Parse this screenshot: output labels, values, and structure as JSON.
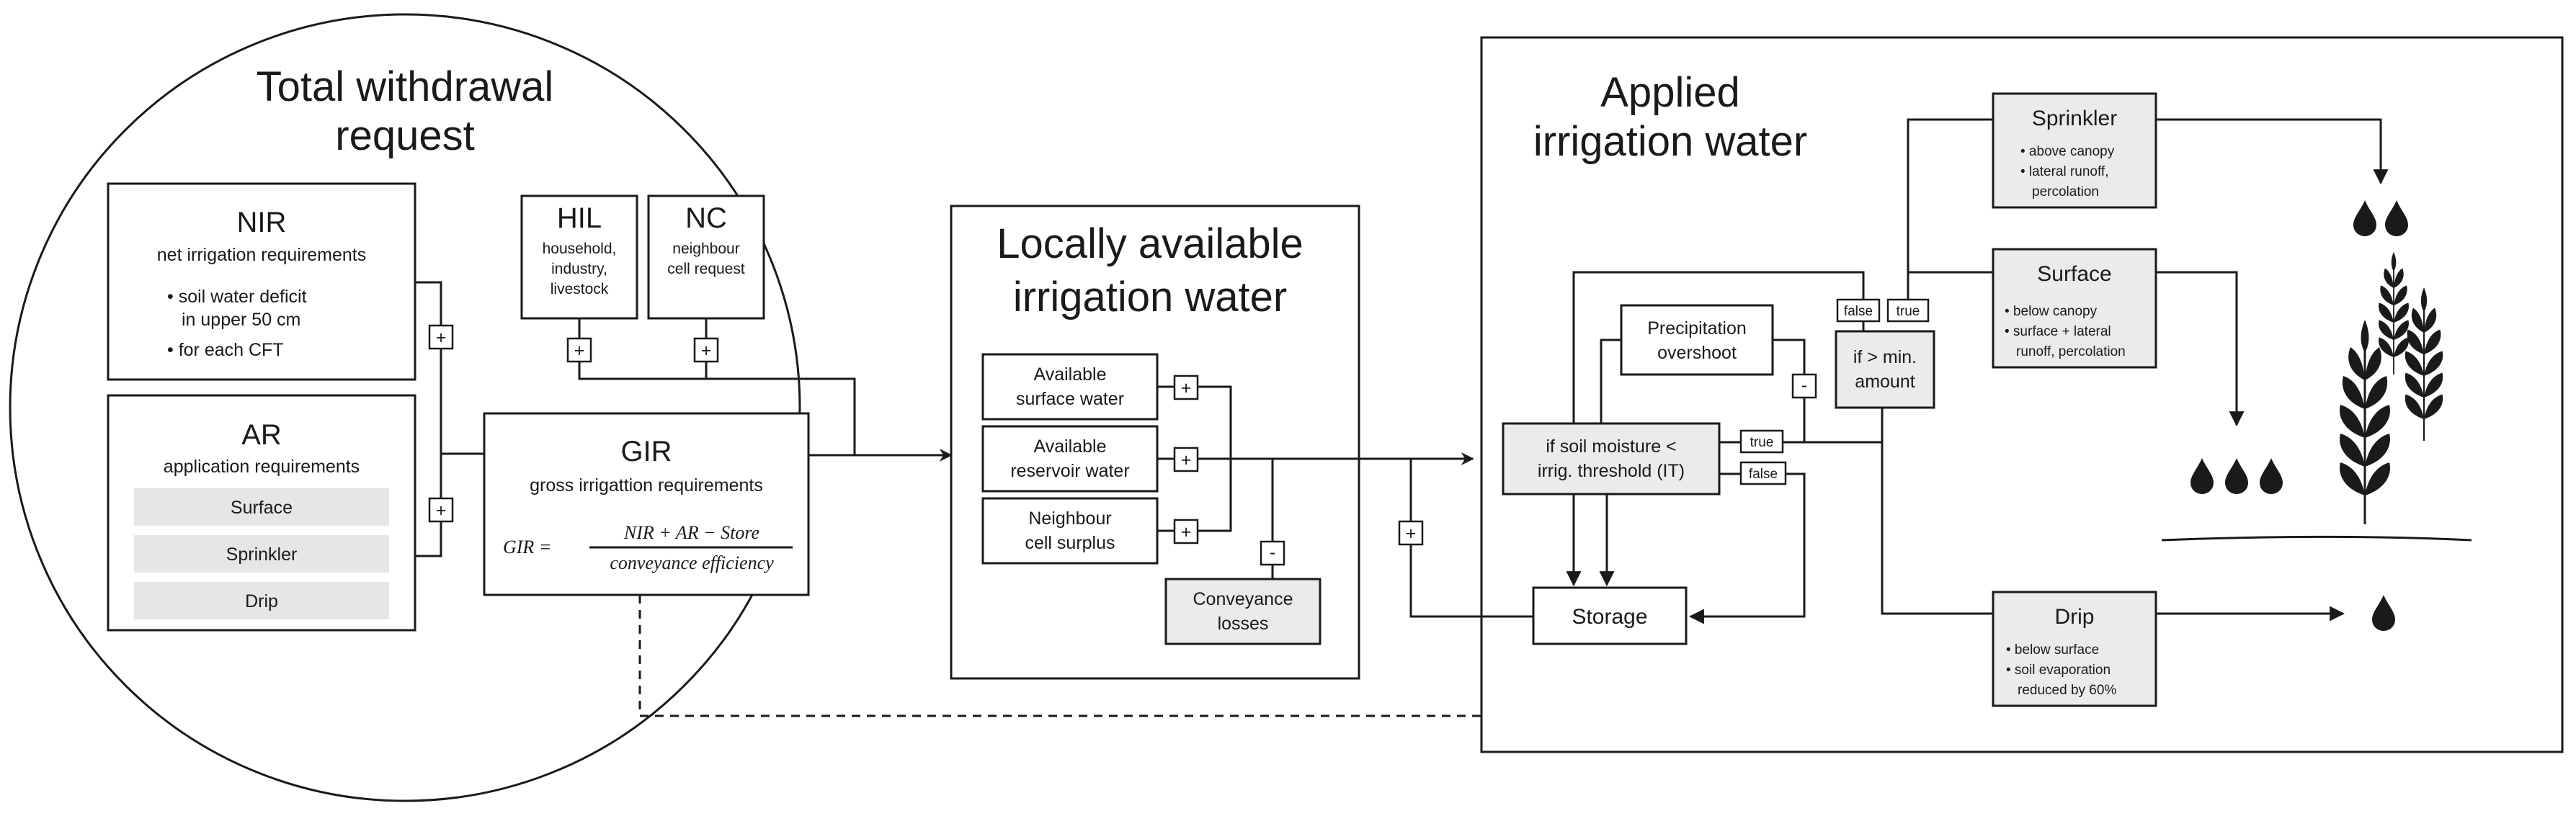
{
  "total_withdrawal": {
    "title_line1": "Total withdrawal",
    "title_line2": "request"
  },
  "nir": {
    "title": "NIR",
    "subtitle": "net irrigation requirements",
    "bullet1_line1": "• soil water deficit",
    "bullet1_line2": "in upper 50 cm",
    "bullet2": "• for each CFT"
  },
  "ar": {
    "title": "AR",
    "subtitle": "application requirements",
    "methods": [
      "Surface",
      "Sprinkler",
      "Drip"
    ]
  },
  "hil": {
    "title": "HIL",
    "line1": "household,",
    "line2": "industry,",
    "line3": "livestock"
  },
  "nc": {
    "title": "NC",
    "line1": "neighbour",
    "line2": "cell request"
  },
  "gir": {
    "title": "GIR",
    "subtitle": "gross irrigattion requirements",
    "formula_lhs": "GIR =",
    "formula_num": "NIR + AR − Store",
    "formula_den": "conveyance efficiency"
  },
  "local": {
    "title_line1": "Locally available",
    "title_line2": "irrigation water",
    "surface_line1": "Available",
    "surface_line2": "surface water",
    "reservoir_line1": "Available",
    "reservoir_line2": "reservoir water",
    "neighbour_line1": "Neighbour",
    "neighbour_line2": "cell surplus",
    "losses_line1": "Conveyance",
    "losses_line2": "losses"
  },
  "applied": {
    "title_line1": "Applied",
    "title_line2": "irrigation water",
    "precip_line1": "Precipitation",
    "precip_line2": "overshoot",
    "minamount_line1": "if > min.",
    "minamount_line2": "amount",
    "soil_line1": "if soil moisture <",
    "soil_line2": "irrig. threshold (IT)",
    "storage": "Storage"
  },
  "labels": {
    "true": "true",
    "false": "false",
    "plus": "+",
    "minus": "-"
  },
  "sprinkler": {
    "title": "Sprinkler",
    "line1": "• above canopy",
    "line2": "• lateral runoff,",
    "line3": "percolation"
  },
  "surface": {
    "title": "Surface",
    "line1": "• below canopy",
    "line2": "• surface + lateral",
    "line3": "runoff, percolation"
  },
  "drip": {
    "title": "Drip",
    "line1": "• below surface",
    "line2": "• soil evaporation",
    "line3": "reduced by 60%"
  }
}
